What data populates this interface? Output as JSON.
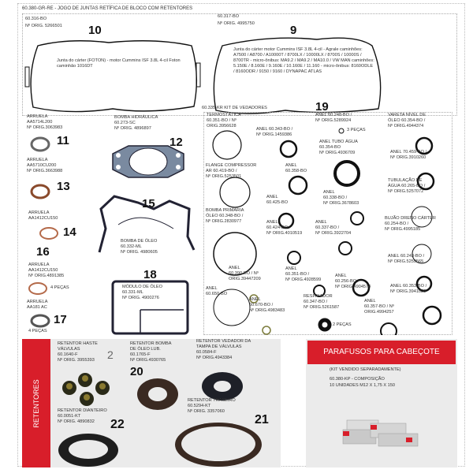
{
  "title": "60.380-GR-RE - JOGO DE JUNTAS RETÍFICA DE BLOCO COM RETENTORES",
  "top": {
    "left": {
      "code": "60.316-BO",
      "orig": "Nº ORIG. 5266501",
      "num": "10",
      "desc": "Junta do cárter (FOTON) - motor Cummins ISF 3.8L 4-cil Foton caminhão 1016DT"
    },
    "right": {
      "code": "60.317-BO",
      "orig": "Nº ORIG. 4995750",
      "num": "9",
      "desc": "Junta do cárter motor Cummins ISF 3.8L 4-cil - Agrale caminhões: A7500 / A8700 / A10000T / 8700LX / 10000LX / 8700S / 10000S / 8700TR - micro-ônibus: MA9.2 / MA9.2 / MA10.0 / VW MAN caminhões: 5.150E / 8.160E / 9.160E / 10.160E / 11.160 - micro-ônibus: 8160ODLE / 8160ODR / 9150 / 9160 / DYNAPAC ATLAS"
    }
  },
  "left_items": [
    {
      "text": "ARRUELA\nAA5714L200\nNº ORIG.3063983",
      "num": "11"
    },
    {
      "text": "ARRUELA\nAA5710CU200\nNº ORIG.3663988",
      "num": "13"
    },
    {
      "text": "ARRUELA\nAA1412CU150",
      "num": "14"
    },
    {
      "text": "ARRUELA\nAA1412CU150\nNº ORIG.4891385",
      "num": "16",
      "qty": "4 PEÇAS"
    },
    {
      "text": "ARRUELA\nAA181 AC",
      "num": "17",
      "qty": "4 PEÇAS"
    }
  ],
  "mid_items": [
    {
      "text": "BOMBA HIDRÁULICA\n60.273-SC\nNº ORIG. 4896897",
      "num": "12"
    },
    {
      "text": "BOMBA DE ÓLEO\n60.332-ML\nNº ORIG. 4980605",
      "num": "15"
    },
    {
      "text": "MÓDULO DE ÓLEO\n60.331-ML\nNº ORIG. 4900276",
      "num": "18"
    }
  ],
  "kit": {
    "title": "60.335-KR KIT DE VEDADORES",
    "num": "19",
    "items": [
      "TERMOSTÁTICA\n60.351-BO / Nº\nORIG.3956628",
      "ANEL 60.343-BO /\nNº ORIG.1459386",
      "ANEL 60.248-BO /\nNº ORIG.5289924",
      "3 PEÇAS",
      "VARETA NÍVEL DE\nÓLEO 60.354-BO /\nNº ORIG.4944374",
      "ANEL TUBO ÁGUA\n60.354-BO\nNº ORIG.4936709",
      "ANEL 70.459-BO /\nNº ORIG.3910260",
      "FLANGE COMPRESSOR\nAR 60.419-BO /\nNº ORIG.5253501",
      "ANEL\n60.358-BO",
      "TUBULAÇÃO DE\nÁGUA 60.265-BO /\nNº ORIG.5257072",
      "ANEL\n60.425-BO",
      "ANEL\n60.338-BO /\nNº ORIG.3678603",
      "BOMBA PRIMÁRIA\nÓLEO 60.348-BO /\nNº ORIG.2830977",
      "BUJÃO DRENO CÁRTER\n60.254-BO /\nNº ORIG.4995185",
      "ANEL\n60.424-BO /\nNº ORIG.4010519",
      "ANEL\n60.337-BO /\nNº ORIG.3922704",
      "ANEL 60.243-BO /\nNº ORIG.5259565",
      "ANEL\n60.390-BO / Nº\nORIG.39447209",
      "ANEL\n60.351-BO /\nNº ORIG.4928599",
      "ANEL\n60.256-BO /\nNº ORIG.4904574",
      "ANEL 60.353-BO /\nNº ORIG.3941028",
      "ANEL\n60.650-BO",
      "ANEL\n60.670-BO /\nNº ORIG.4983483",
      "RESFRIADOR\n60.347-BO /\nNº ORIG.5261587",
      "ANEL\n60.357-BO / Nº\nORIG.4994257",
      "2 PEÇAS"
    ]
  },
  "retentores": {
    "side_label": "RETENTORES",
    "items": [
      {
        "text": "RETENTOR HASTE\nVÁLVULAS\n60.1640-F\nNº ORIG. 3955393",
        "num": "2"
      },
      {
        "text": "RETENTOR BOMBA\nDE ÓLEO LUB.\n60.1765-F\nNº ORIG.4930765",
        "num": "20"
      },
      {
        "text": "RETENTOR VEDADOR DA\nTAMPA DE VÁLVULAS\n60.0584-F\nNº ORIG.4943384",
        "num": ""
      },
      {
        "text": "RETENTOR TRASEIRO\n60.5294-KT\nNº ORIG. 3357060",
        "num": "21"
      },
      {
        "text": "RETENTOR DIANTEIRO\n60.0051-KT\nNº ORIG. 4890832",
        "num": "22"
      }
    ]
  },
  "parafusos": {
    "header": "PARAFUSOS PARA CABEÇOTE",
    "note": "(KIT VENDIDO SEPARADAMENTE)",
    "code": "60.380-KP - COMPOSIÇÃO",
    "desc": "10 UNIDADES M12 X 1,75 X 150"
  },
  "colors": {
    "accent": "#d81e2a",
    "panel": "#ebebeb"
  }
}
